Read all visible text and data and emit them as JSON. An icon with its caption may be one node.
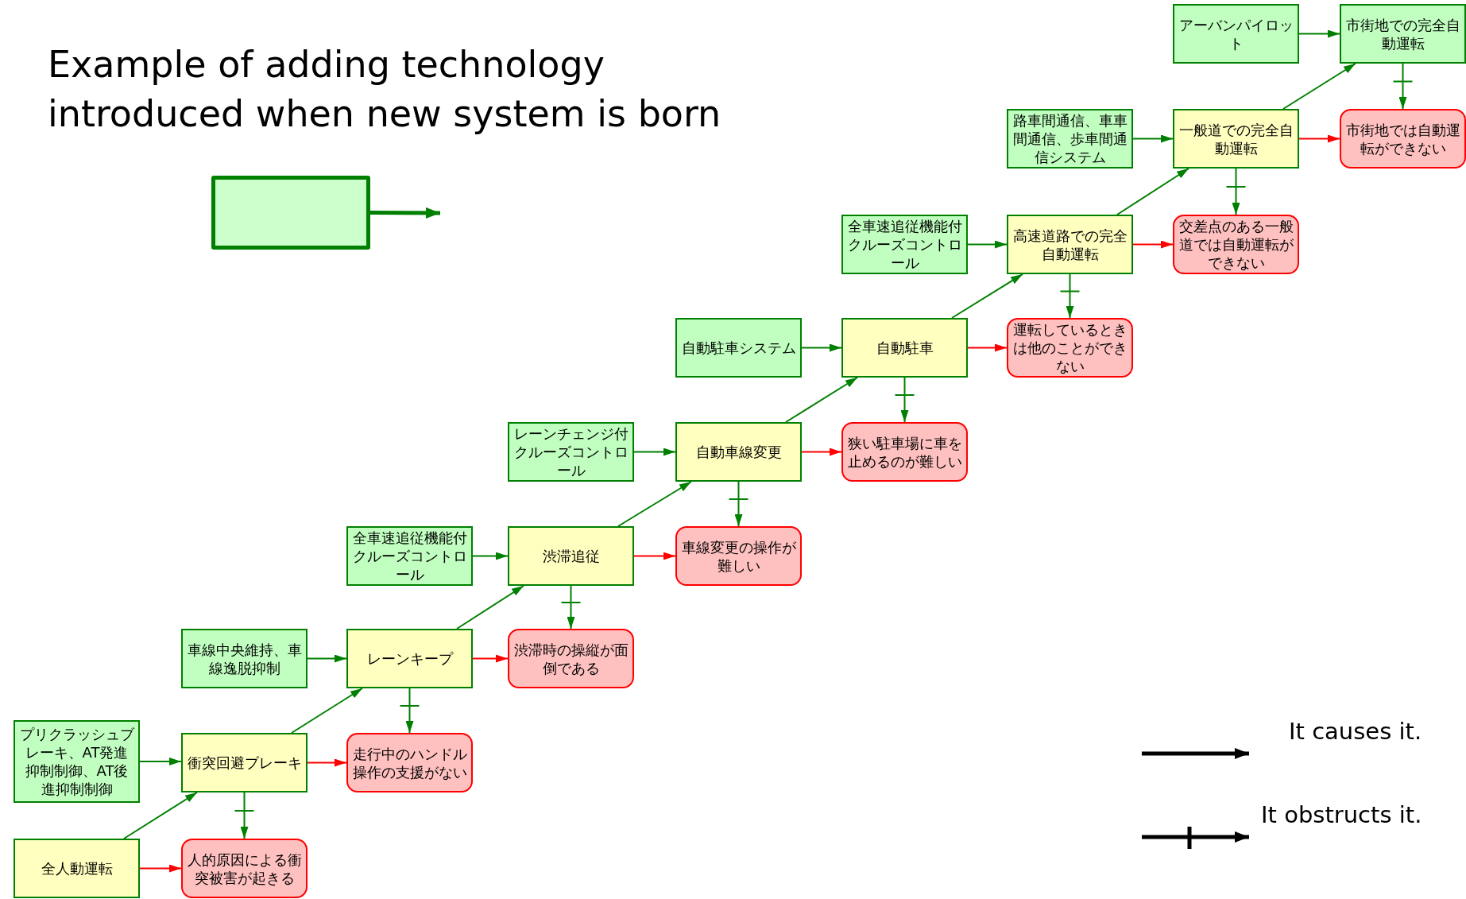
{
  "diagram": {
    "title": "Example of adding technology introduced when new system is born",
    "nodes": [
      {
        "text": [],
        "shape": "box"
      },
      {
        "text": [
          "アーバンパイロット"
        ]
      },
      {
        "text": [
          "市街地での完全自動運転"
        ]
      },
      {
        "text": [
          "路車間通信、車車間通信、歩車間通信システム"
        ]
      },
      {
        "text": [
          "一般道での完全自動運転"
        ]
      },
      {
        "text": [
          "市街地では自動運転ができない"
        ]
      },
      {
        "text": [
          "全車速追従機能付クルーズコントロール"
        ]
      },
      {
        "text": [
          "高速道路での完全自動運転"
        ]
      },
      {
        "text": [
          "交差点のある一般道では自動運転ができない"
        ]
      },
      {
        "text": [
          "自動駐車システム"
        ]
      },
      {
        "text": [
          "自動駐車"
        ]
      },
      {
        "text": [
          "運転しているときは他のことができない"
        ]
      },
      {
        "text": [
          "レーンチェンジ付クルーズコントロール"
        ]
      },
      {
        "text": [
          "自動車線変更"
        ]
      },
      {
        "text": [
          "狭い駐車場に車を止めるのが難しい"
        ]
      },
      {
        "text": [
          "全車速追従機能付クルーズコントロール"
        ]
      },
      {
        "text": [
          "渋滞追従"
        ]
      },
      {
        "text": [
          "車線変更の操作が難しい"
        ]
      },
      {
        "text": [
          "車線中央維持、車線逸脱抑制"
        ]
      },
      {
        "text": [
          "レーンキープ"
        ]
      },
      {
        "text": [
          "渋滞時の操縦が面倒である"
        ]
      },
      {
        "text": [
          "プリクラッシュブレーキ、AT発進抑制制御、AT後進抑制制御"
        ]
      },
      {
        "text": [
          "衝突回避ブレーキ"
        ]
      },
      {
        "text": [
          "走行中のハンドル操作の支援がない"
        ]
      },
      {
        "text": [
          "全人動運転"
        ]
      },
      {
        "text": [
          "人的原因による衝突被害が起きる"
        ]
      }
    ],
    "edges": [
      {
        "from": 0,
        "to": null,
        "arrow": "to",
        "style": "thick"
      },
      {
        "from": 1,
        "to": 2,
        "arrow": "to"
      },
      {
        "from": 3,
        "to": 4,
        "arrow": "to"
      },
      {
        "from": 6,
        "to": 7,
        "arrow": "to"
      },
      {
        "from": 9,
        "to": 10,
        "arrow": "to"
      },
      {
        "from": 12,
        "to": 13,
        "arrow": "to"
      },
      {
        "from": 15,
        "to": 16,
        "arrow": "to"
      },
      {
        "from": 18,
        "to": 19,
        "arrow": "to"
      },
      {
        "from": 21,
        "to": 22,
        "arrow": "to"
      },
      {
        "from": 4,
        "to": 5,
        "arrow": "to",
        "color": "#ff0000"
      },
      {
        "from": 7,
        "to": 8,
        "arrow": "to",
        "color": "#ff0000"
      },
      {
        "from": 10,
        "to": 11,
        "arrow": "to",
        "color": "#ff0000"
      },
      {
        "from": 13,
        "to": 14,
        "arrow": "to",
        "color": "#ff0000"
      },
      {
        "from": 16,
        "to": 17,
        "arrow": "to",
        "color": "#ff0000"
      },
      {
        "from": 19,
        "to": 20,
        "arrow": "to",
        "color": "#ff0000"
      },
      {
        "from": 22,
        "to": 23,
        "arrow": "to",
        "color": "#ff0000"
      },
      {
        "from": 24,
        "to": 25,
        "arrow": "to",
        "color": "#ff0000"
      },
      {
        "from": 24,
        "to": 22,
        "arrow": "to"
      },
      {
        "from": 22,
        "to": 19,
        "arrow": "to"
      },
      {
        "from": 19,
        "to": 16,
        "arrow": "to"
      },
      {
        "from": 16,
        "to": 13,
        "arrow": "to"
      },
      {
        "from": 13,
        "to": 10,
        "arrow": "to"
      },
      {
        "from": 10,
        "to": 7,
        "arrow": "to"
      },
      {
        "from": 7,
        "to": 4,
        "arrow": "to"
      },
      {
        "from": 4,
        "to": 2,
        "arrow": "to"
      },
      {
        "from": 22,
        "to": 25,
        "arrow": "to"
      },
      {
        "from": 19,
        "to": 23,
        "arrow": "to"
      },
      {
        "from": 16,
        "to": 20,
        "arrow": "to"
      },
      {
        "from": 13,
        "to": 17,
        "arrow": "to"
      },
      {
        "from": 10,
        "to": 14,
        "arrow": "to"
      },
      {
        "from": 7,
        "to": 11,
        "arrow": "to"
      },
      {
        "from": 4,
        "to": 8,
        "arrow": "to"
      },
      {
        "from": 2,
        "to": 5,
        "arrow": "to"
      }
    ],
    "legend": [
      {
        "text": "It causes it."
      },
      {
        "text": "It obstructs it."
      }
    ]
  }
}
